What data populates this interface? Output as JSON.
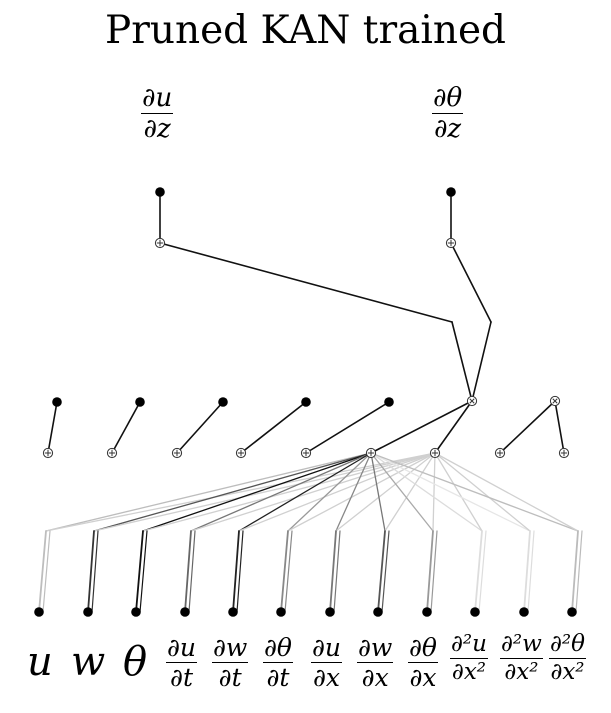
{
  "title": "Pruned KAN trained",
  "outputs": [
    {
      "num": "∂u",
      "den": "∂z"
    },
    {
      "num": "∂θ",
      "den": "∂z"
    }
  ],
  "inputs_plain": [
    "u",
    "w",
    "θ"
  ],
  "inputs_frac": [
    {
      "num": "∂u",
      "den": "∂t"
    },
    {
      "num": "∂w",
      "den": "∂t"
    },
    {
      "num": "∂θ",
      "den": "∂t"
    },
    {
      "num": "∂u",
      "den": "∂x"
    },
    {
      "num": "∂w",
      "den": "∂x"
    },
    {
      "num": "∂θ",
      "den": "∂x"
    }
  ],
  "inputs_second": [
    {
      "num": "∂²u",
      "den": "∂x²"
    },
    {
      "num": "∂²w",
      "den": "∂x²"
    },
    {
      "num": "∂²θ",
      "den": "∂x²"
    }
  ],
  "colors": {
    "node": "#000000",
    "edge_dark": "#111111",
    "edge_light": "#c8c8c8"
  }
}
